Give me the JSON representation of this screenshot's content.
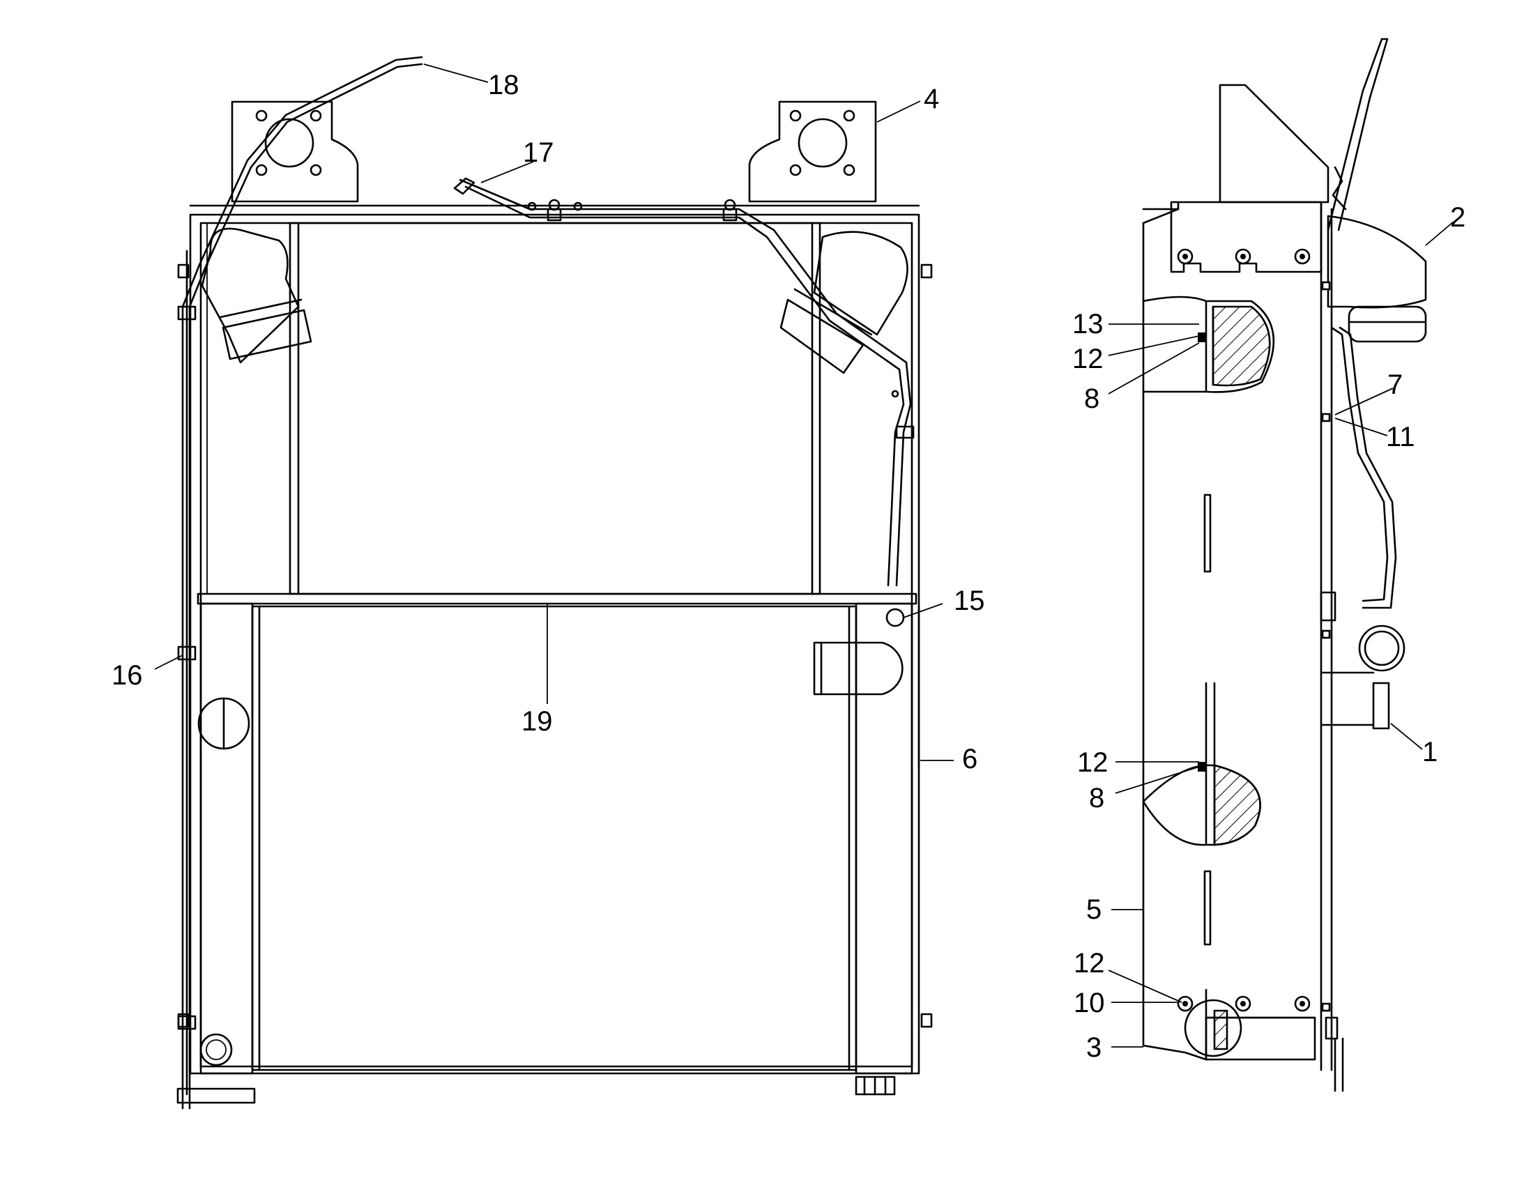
{
  "callouts": {
    "c1": "1",
    "c2": "2",
    "c3": "3",
    "c4": "4",
    "c5": "5",
    "c6": "6",
    "c7": "7",
    "c8a": "8",
    "c8b": "8",
    "c10": "10",
    "c11": "11",
    "c12a": "12",
    "c12b": "12",
    "c12c": "12",
    "c13": "13",
    "c15": "15",
    "c16": "16",
    "c17": "17",
    "c18": "18",
    "c19": "19"
  }
}
